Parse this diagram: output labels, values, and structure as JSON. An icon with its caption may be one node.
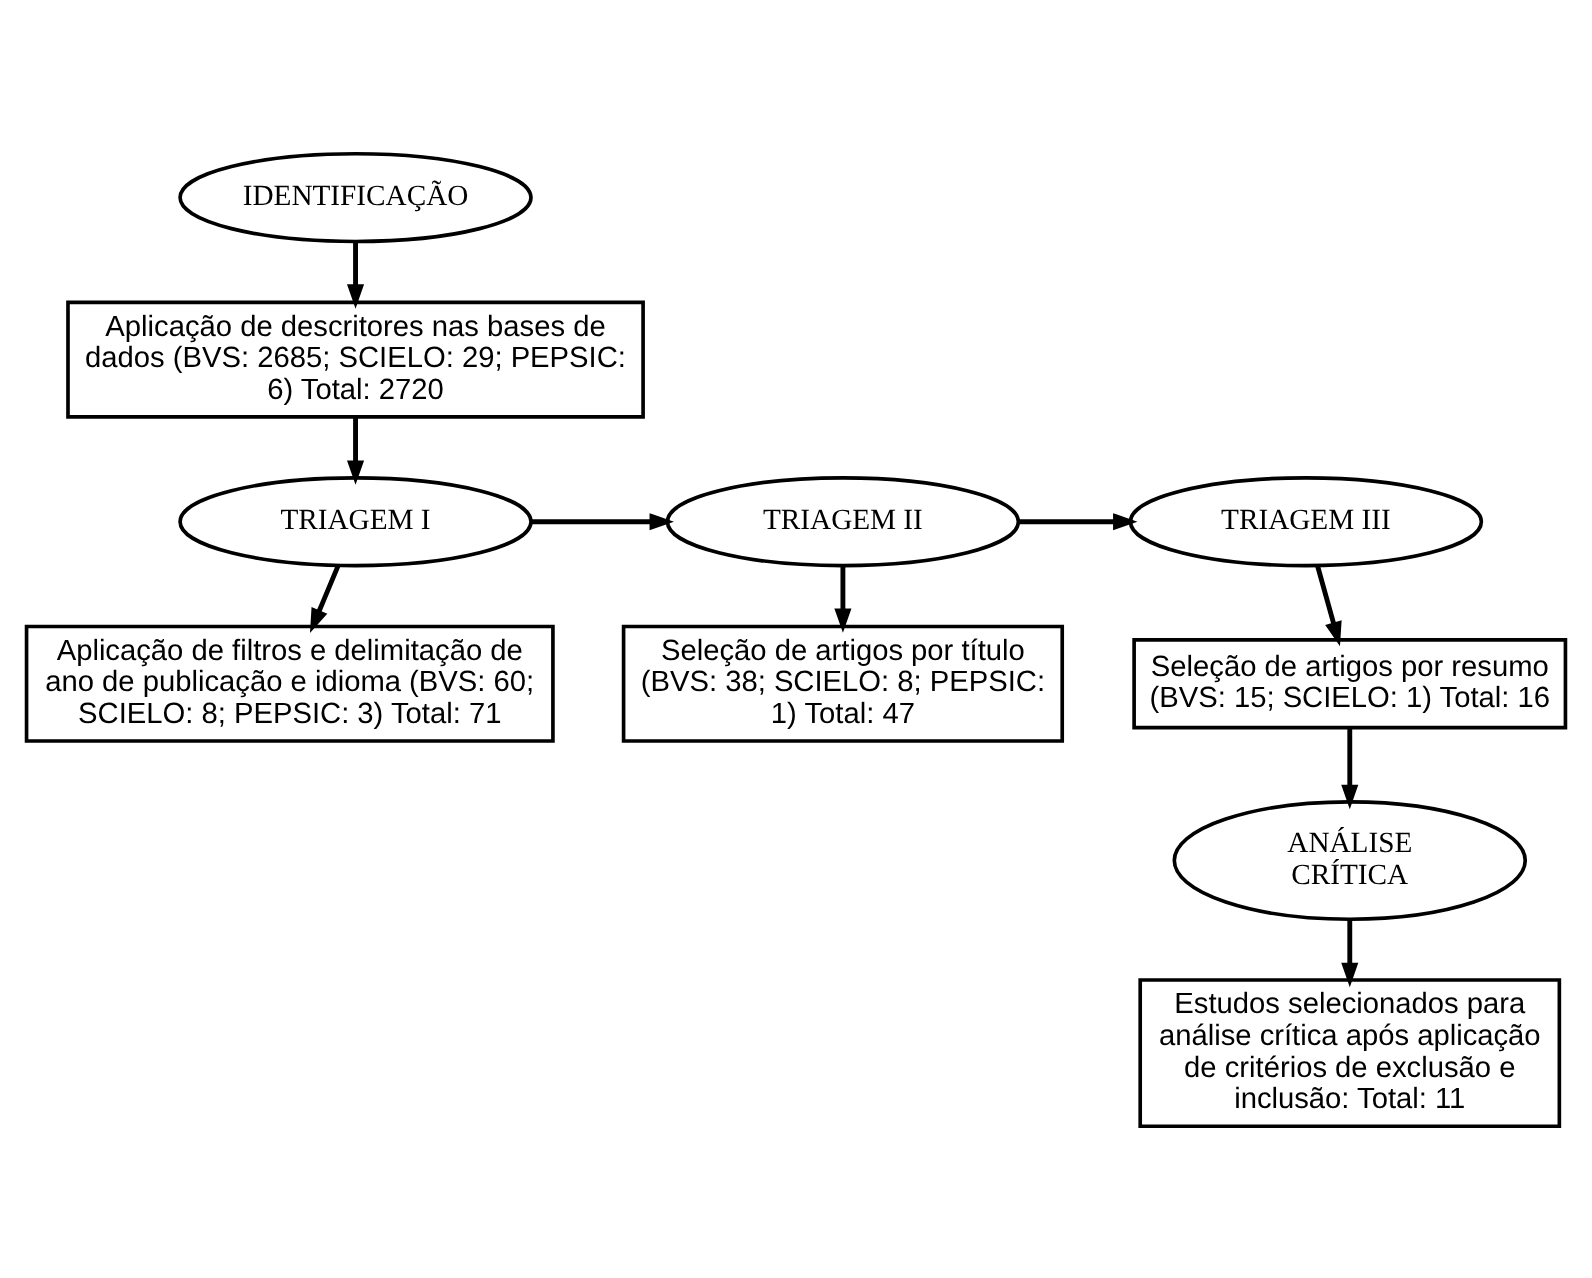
{
  "diagram": {
    "nodes": [
      {
        "text": [
          "IDENTIFICAÇÃO"
        ]
      },
      {
        "text": [
          "Aplicação de descritores nas bases de dados (BVS: 2685; SCIELO: 29; PEPSIC: 6) Total: 2720"
        ]
      },
      {
        "text": [
          "TRIAGEM I"
        ]
      },
      {
        "text": [
          "Aplicação de filtros e delimitação de ano de publicação e idioma (BVS: 60; SCIELO: 8; PEPSIC: 3) Total: 71"
        ]
      },
      {
        "text": [
          "TRIAGEM II"
        ]
      },
      {
        "text": [
          "Seleção de artigos por título (BVS: 38; SCIELO: 8; PEPSIC: 1) Total: 47"
        ]
      },
      {
        "text": [
          "TRIAGEM III"
        ]
      },
      {
        "text": [
          "Seleção de artigos por resumo (BVS: 15; SCIELO: 1) Total: 16"
        ]
      },
      {
        "text": [
          "ANÁLISE CRÍTICA"
        ]
      },
      {
        "text": [
          "Estudos selecionados para análise crítica após aplicação de critérios de exclusão e inclusão: Total: 11"
        ]
      }
    ],
    "edges": [
      {
        "from": 0,
        "to": 1,
        "arrow": "to"
      },
      {
        "from": 1,
        "to": 2,
        "arrow": "to"
      },
      {
        "from": 2,
        "to": 3,
        "arrow": "to"
      },
      {
        "from": 2,
        "to": 4,
        "arrow": "to"
      },
      {
        "from": 4,
        "to": 5,
        "arrow": "to"
      },
      {
        "from": 4,
        "to": 6,
        "arrow": "to"
      },
      {
        "from": 6,
        "to": 7,
        "arrow": "to"
      },
      {
        "from": 7,
        "to": 8,
        "arrow": "to"
      },
      {
        "from": 8,
        "to": 9,
        "arrow": "to"
      }
    ]
  }
}
